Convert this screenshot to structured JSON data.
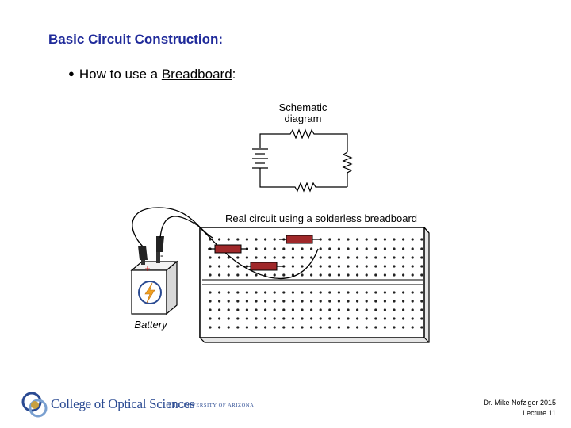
{
  "slide": {
    "title": "Basic Circuit Construction:",
    "bullet_prefix": "How to use a ",
    "bullet_link": "Breadboard",
    "bullet_suffix": ":"
  },
  "diagram": {
    "schematic_label_line1": "Schematic",
    "schematic_label_line2": "diagram",
    "real_circuit_label": "Real circuit using a solderless breadboard",
    "battery_label": "Battery",
    "plus_sign": "+",
    "minus_sign": "-"
  },
  "footer": {
    "college": "College of Optical Sciences",
    "university": "THE UNIVERSITY OF ARIZONA",
    "author_line": "Dr. Mike Nofziger  2015",
    "lecture_line": "Lecture 11"
  },
  "colors": {
    "title": "#1f2a9a",
    "resistor": "#a0282a",
    "logo": "#2a4a92"
  }
}
